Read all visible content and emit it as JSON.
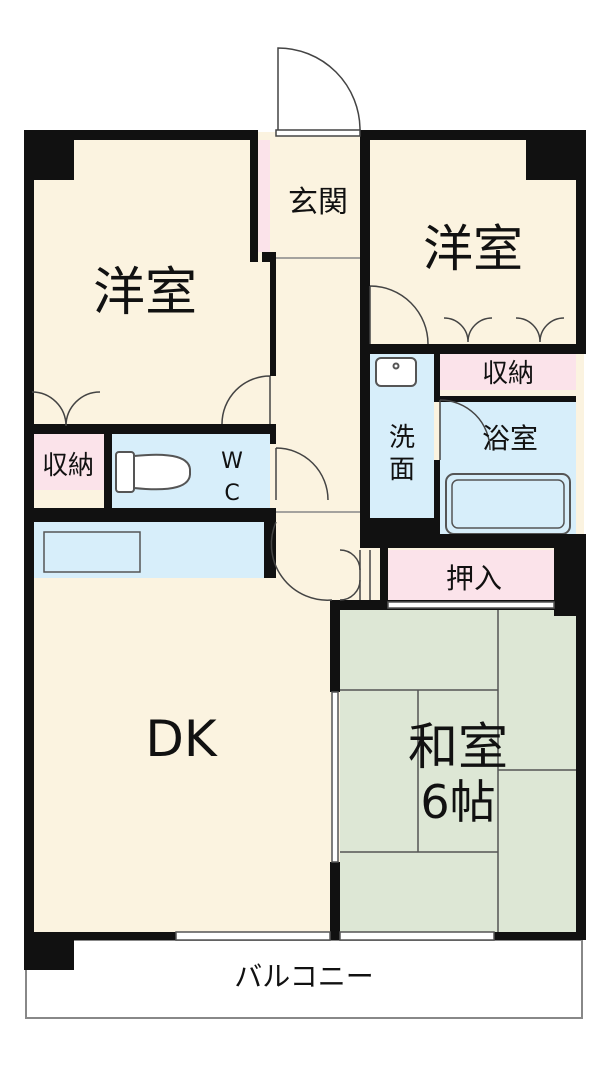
{
  "rooms": {
    "western_left": "洋室",
    "western_right": "洋室",
    "entrance": "玄関",
    "storage_left": "収納",
    "storage_right": "収納",
    "wc_line1": "W",
    "wc_line2": "C",
    "washroom_line1": "洗",
    "washroom_line2": "面",
    "bath": "浴室",
    "closet": "押入",
    "dk": "DK",
    "japanese_line1": "和室",
    "japanese_line2": "6帖",
    "balcony": "バルコニー"
  },
  "colors": {
    "floor": "#fbf3e0",
    "wall": "#111111",
    "wet_area": "#d7eefa",
    "storage": "#fbe3ea",
    "tatami": "#dde7d5"
  }
}
